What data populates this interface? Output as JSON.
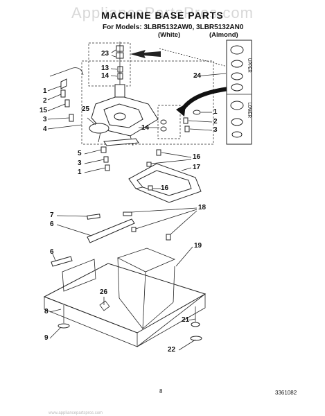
{
  "header": {
    "watermark": "AppliancePartsPros.com",
    "title": "MACHINE BASE PARTS",
    "models": "For Models: 3LBR5132AW0, 3LBR5132AN0",
    "color_white": "(White)",
    "color_almond": "(Almond)"
  },
  "callouts": {
    "c23": "23",
    "c13": "13",
    "c14a": "14",
    "c24": "24",
    "c1a": "1",
    "c2a": "2",
    "c15": "15",
    "c3a": "3",
    "c4": "4",
    "c25": "25",
    "c1b": "1",
    "c2b": "2",
    "c3b": "3",
    "c14b": "14",
    "c5": "5",
    "c3c": "3",
    "c1c": "1",
    "c16a": "16",
    "c17": "17",
    "c16b": "16",
    "c18": "18",
    "c7": "7",
    "c6a": "6",
    "c6b": "6",
    "c19": "19",
    "c26": "26",
    "c8": "8",
    "c9": "9",
    "c21": "21",
    "c22": "22"
  },
  "labels": {
    "upper": "UPPER",
    "lower": "LOWER"
  },
  "footer": {
    "page_number": "8",
    "doc_number": "3361082",
    "bottom_url": "www.appliancepartspros.com"
  }
}
